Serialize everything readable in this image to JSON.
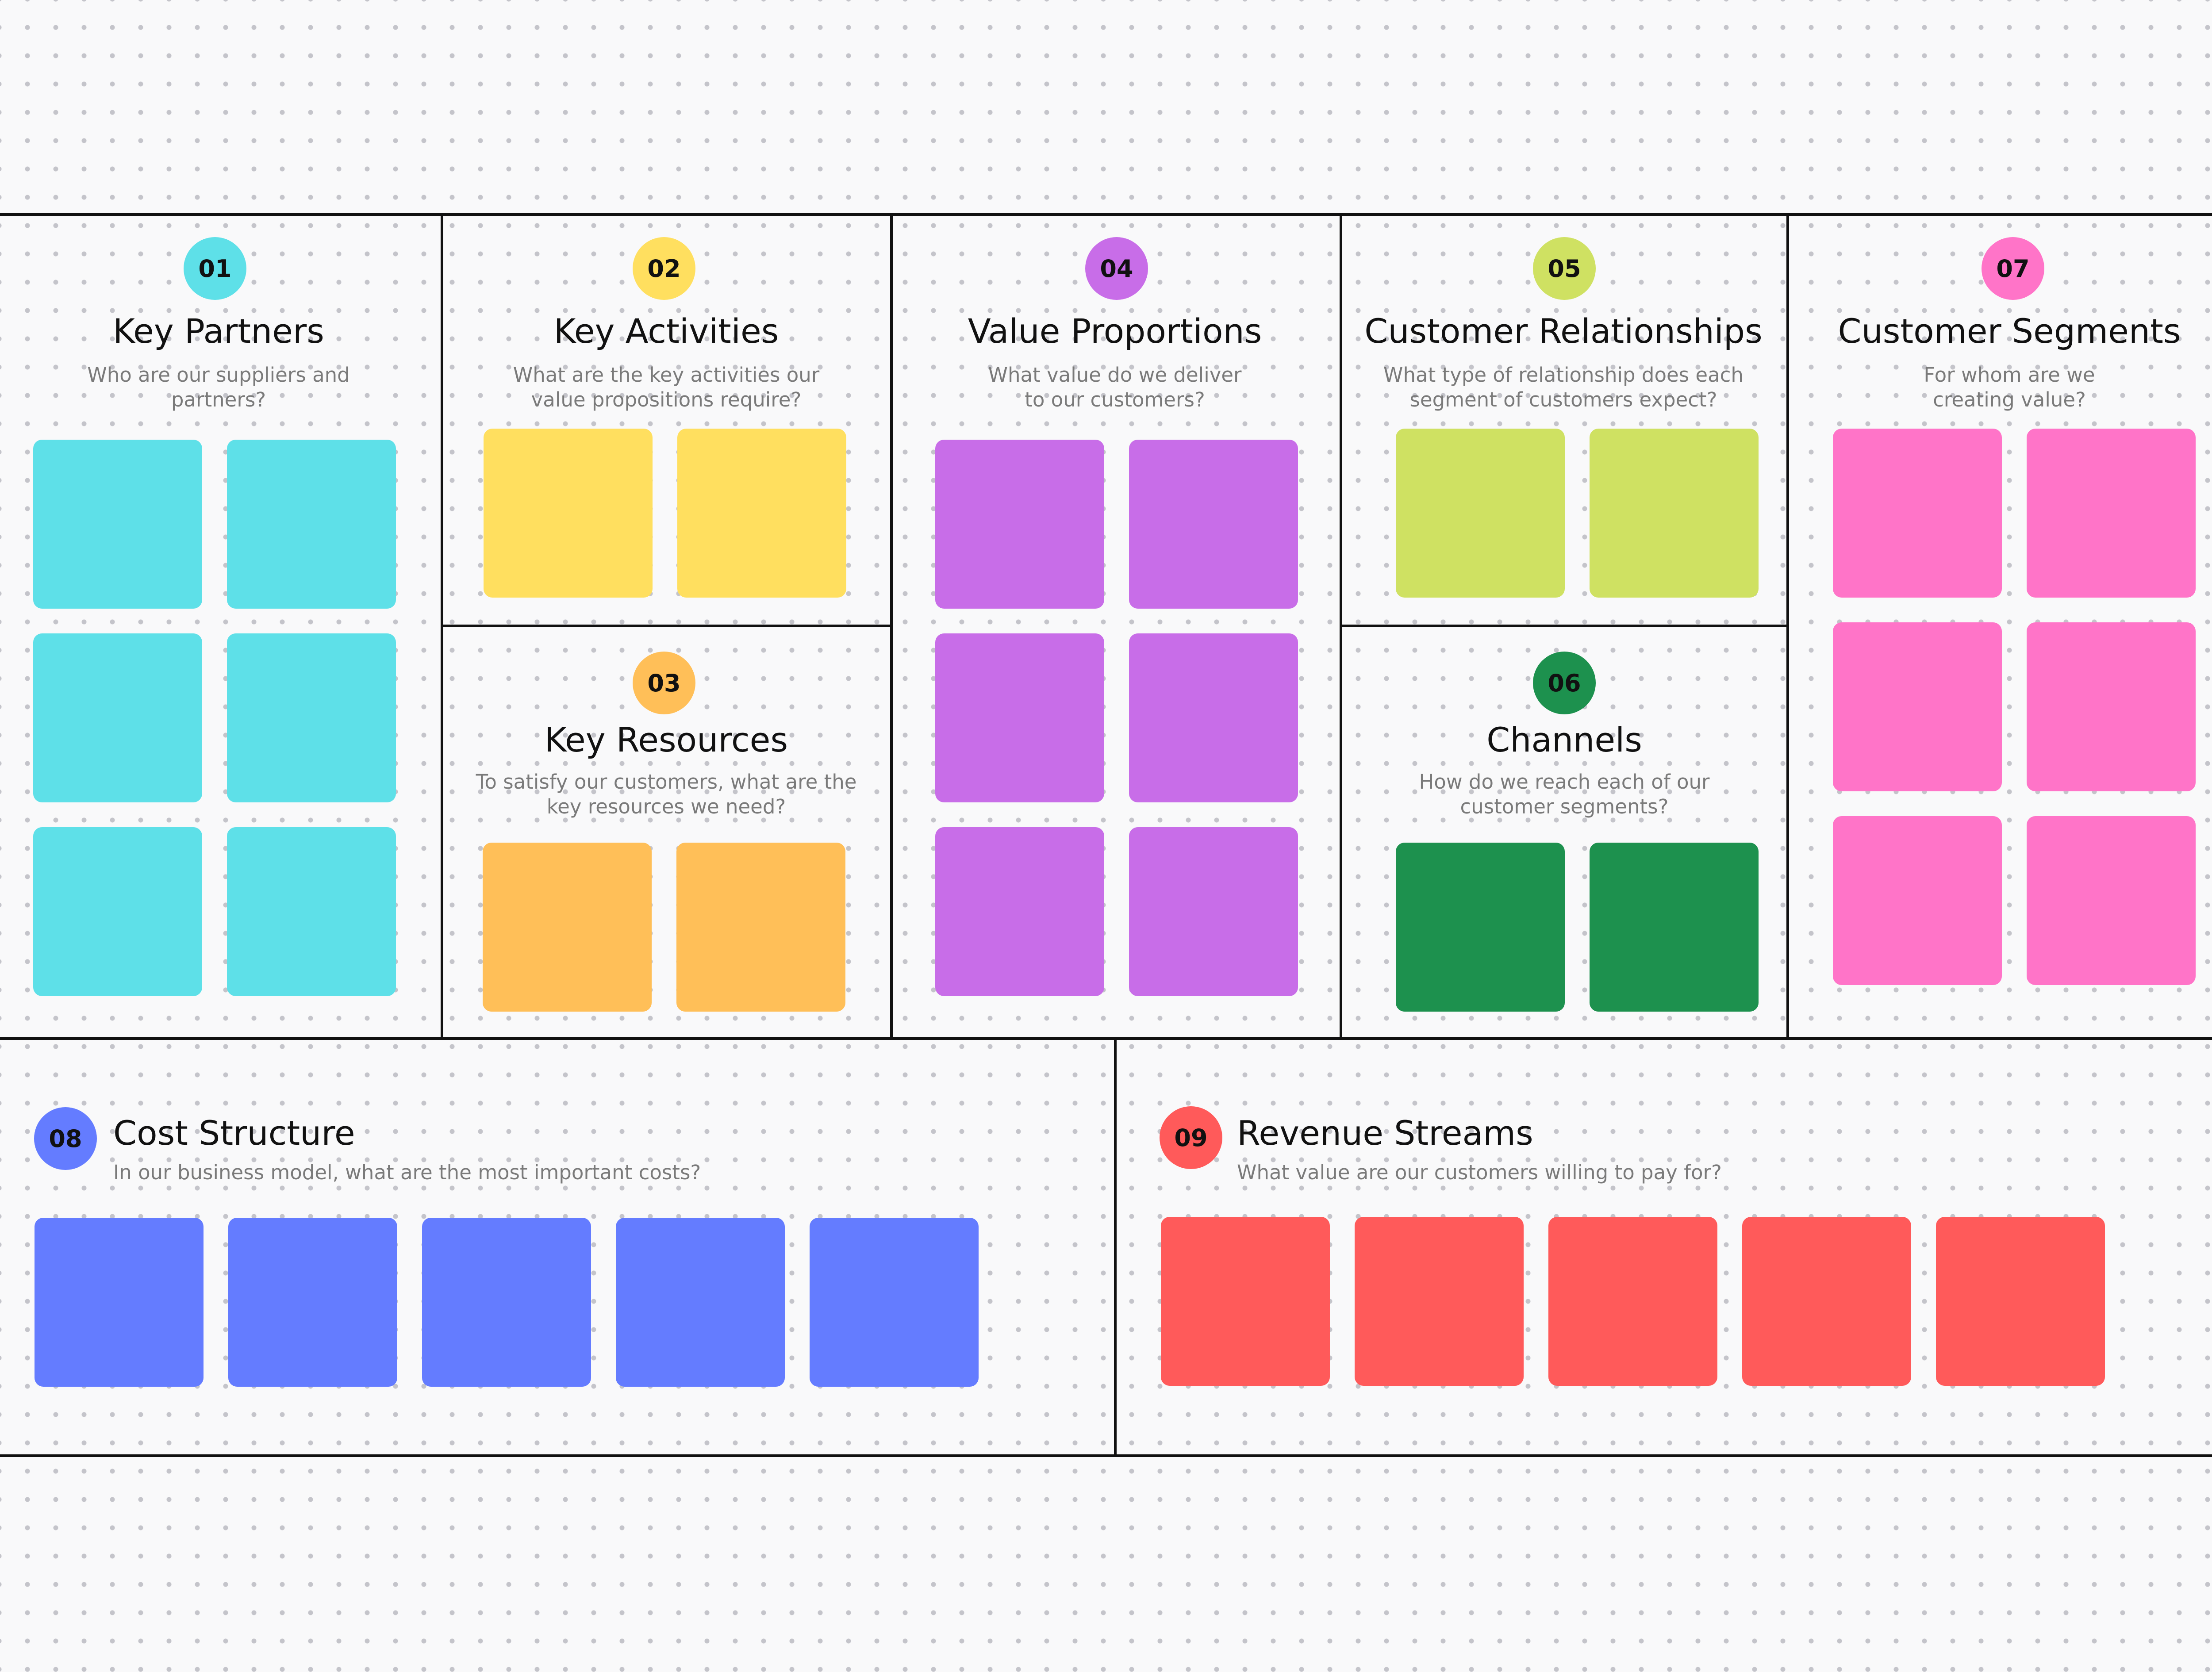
{
  "canvas_title": "Business Model Canvas",
  "sections": {
    "key_partners": {
      "number": "01",
      "title": "Key Partners",
      "question": "Who are our suppliers and partners?",
      "color": "#5EE0E8",
      "badge_color": "#5EE0E8",
      "sticky_count": 6
    },
    "key_activities": {
      "number": "02",
      "title": "Key Activities",
      "question": "What are the key activities our value propositions require?",
      "color": "#FFDF5F",
      "badge_color": "#FFDF5F",
      "sticky_count": 2
    },
    "key_resources": {
      "number": "03",
      "title": "Key Resources",
      "question": "To satisfy our customers, what are the key resources we need?",
      "color": "#FFBF58",
      "badge_color": "#FFBF58",
      "sticky_count": 2
    },
    "value_proportions": {
      "number": "04",
      "title": "Value Proportions",
      "question": "What value do we deliver to our customers?",
      "color": "#C86DE8",
      "badge_color": "#C86DE8",
      "sticky_count": 6
    },
    "customer_relationships": {
      "number": "05",
      "title": "Customer Relationships",
      "question": "What type of relationship does each segment of customers expect?",
      "color": "#CFE162",
      "badge_color": "#CFE162",
      "sticky_count": 2
    },
    "channels": {
      "number": "06",
      "title": "Channels",
      "question": "How do we reach each of our customer segments?",
      "color": "#1D914E",
      "badge_color": "#1D914E",
      "sticky_count": 2
    },
    "customer_segments": {
      "number": "07",
      "title": "Customer Segments",
      "question": "For whom are we creating value?",
      "color": "#FF74C8",
      "badge_color": "#FF74C8",
      "sticky_count": 6
    },
    "cost_structure": {
      "number": "08",
      "title": "Cost Structure",
      "question": "In our business model, what are the most important costs?",
      "color": "#647CFF",
      "badge_color": "#647CFF",
      "sticky_count": 5
    },
    "revenue_streams": {
      "number": "09",
      "title": "Revenue Streams",
      "question": "What value are our customers willing to pay for?",
      "color": "#FF5A5A",
      "badge_color": "#FF5A5A",
      "sticky_count": 5
    }
  }
}
